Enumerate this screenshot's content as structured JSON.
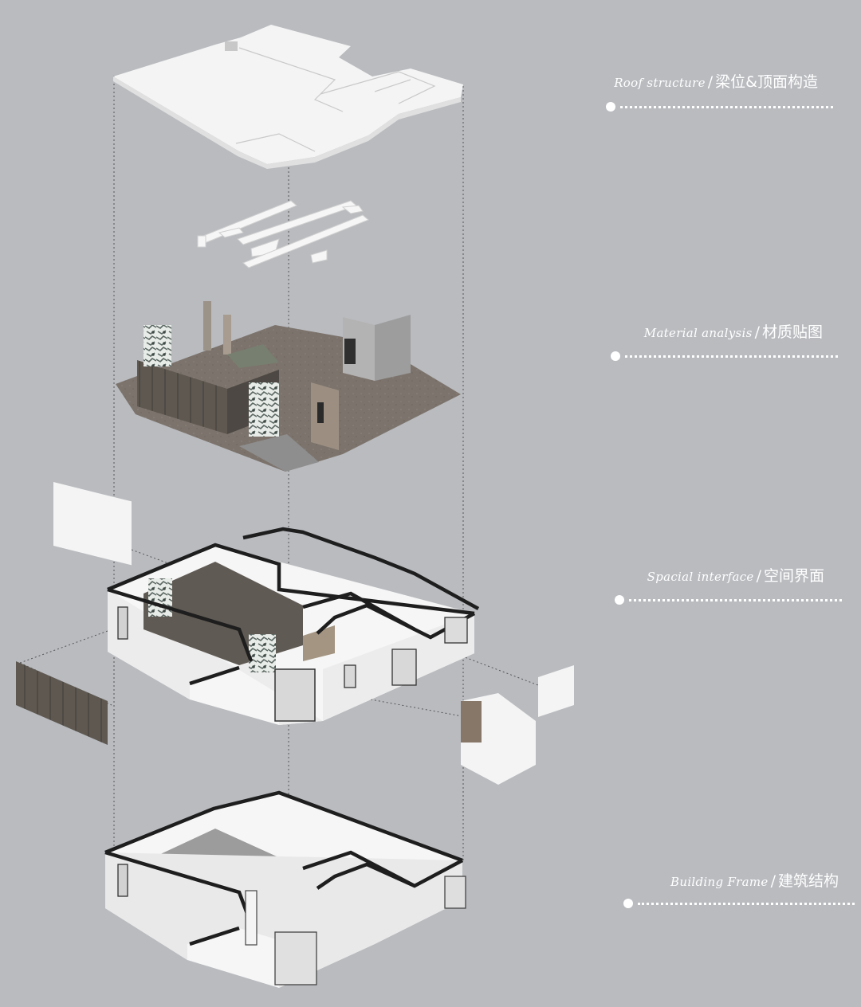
{
  "layers": [
    {
      "en": "Roof structure",
      "sep": "/",
      "zh": "梁位&顶面构造"
    },
    {
      "en": "Material analysis",
      "sep": "/",
      "zh": "材质贴图"
    },
    {
      "en": "Spacial interface",
      "sep": "/",
      "zh": "空间界面"
    },
    {
      "en": "Building Frame",
      "sep": "/",
      "zh": "建筑结构"
    }
  ],
  "colors": {
    "background": "#b9bbbf",
    "wall_white": "#f4f4f4",
    "wall_side": "#e2e2e2",
    "wall_outline": "#1e1e1e",
    "wood_dark": "#5e5851",
    "stone_floor": "#7c736c",
    "concrete": "#a7a7a7",
    "label": "#ffffff"
  }
}
